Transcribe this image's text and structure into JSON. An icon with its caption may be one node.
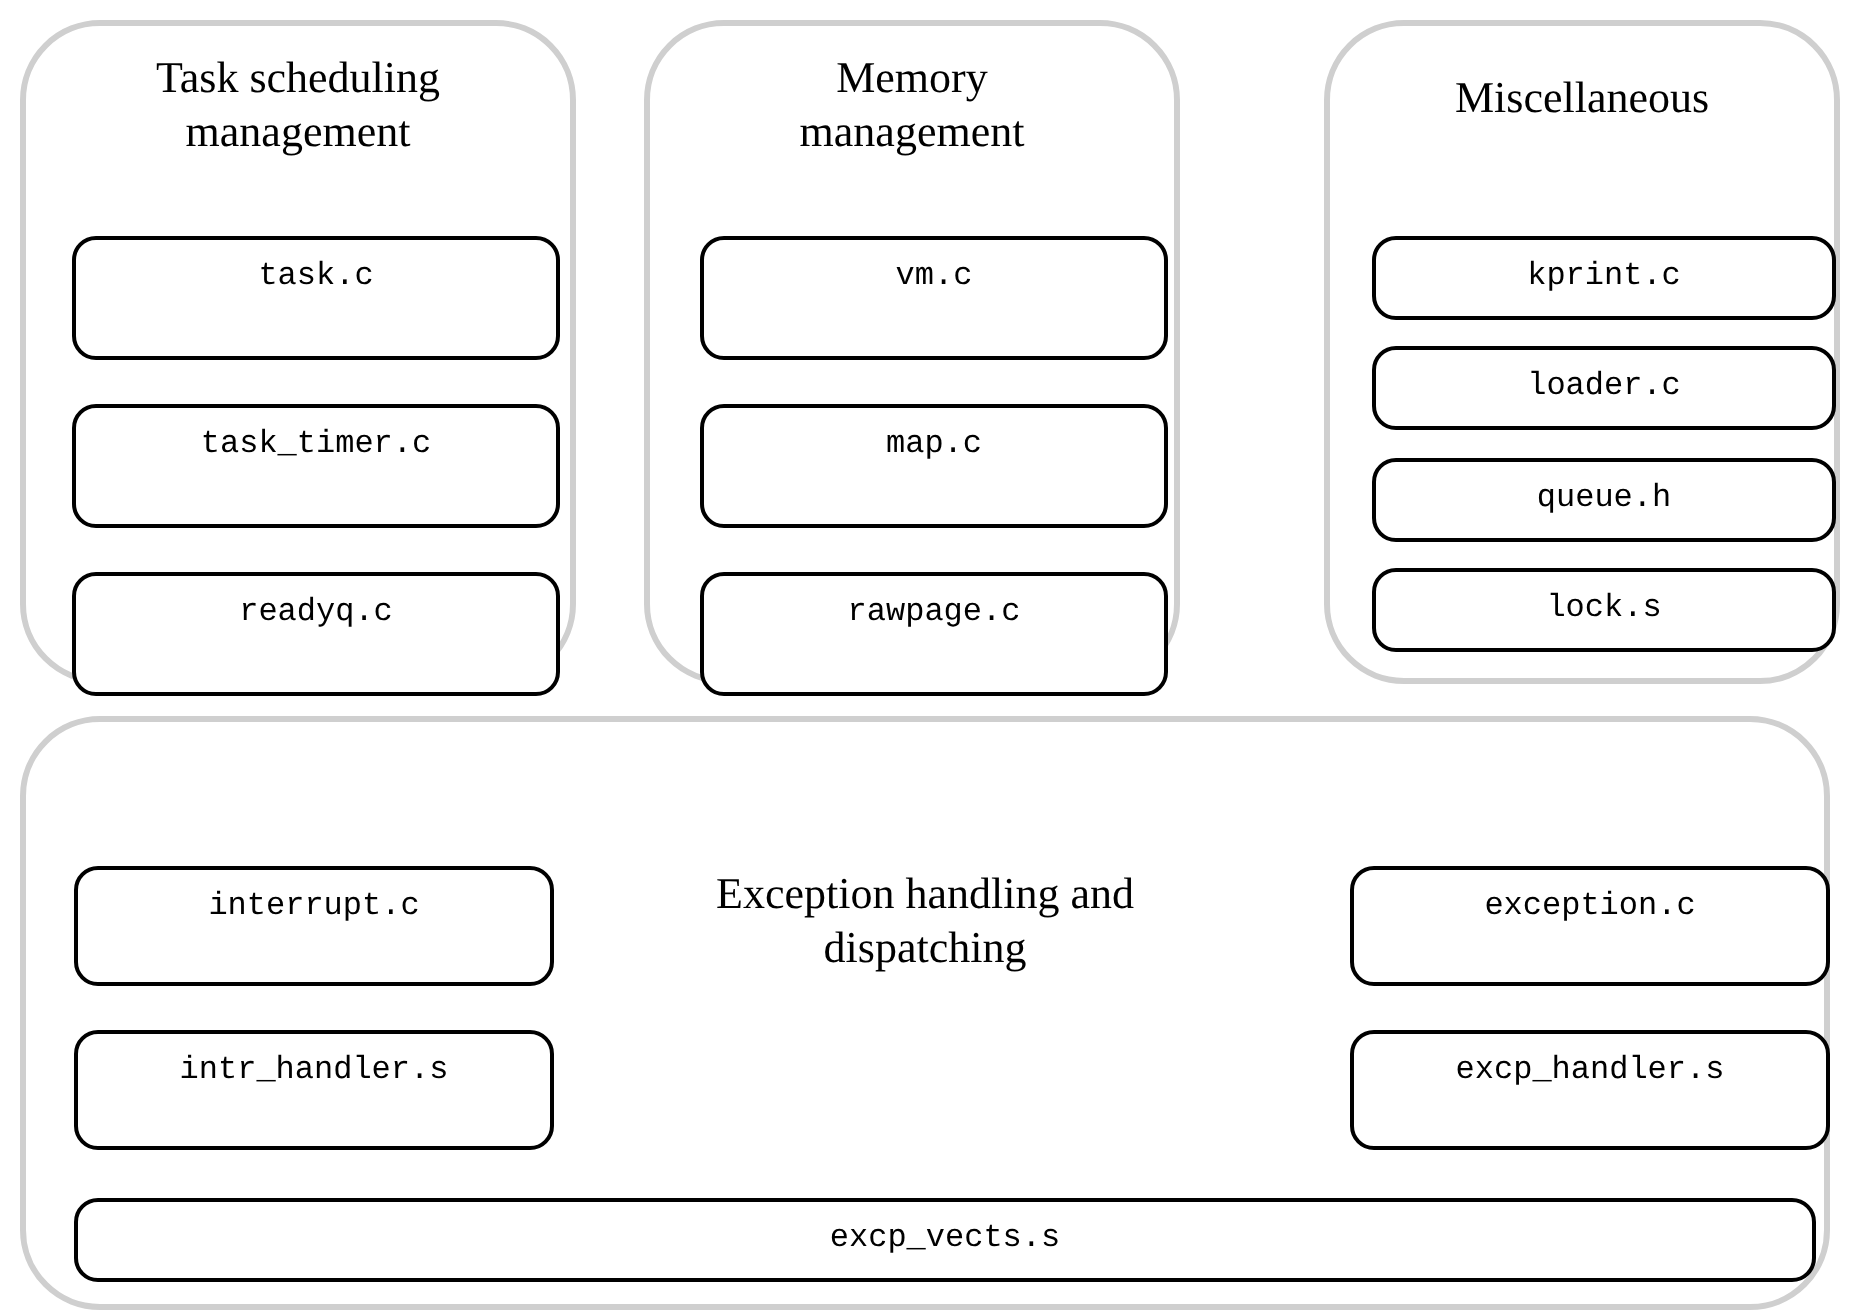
{
  "diagram": {
    "nodes": [
      {
        "text": [
          "Task scheduling management"
        ]
      },
      {
        "text": [
          "task.c"
        ],
        "in": 0
      },
      {
        "text": [
          "task_timer.c"
        ],
        "in": 0
      },
      {
        "text": [
          "readyq.c"
        ],
        "in": 0
      },
      {
        "text": [
          "Memory management"
        ]
      },
      {
        "text": [
          "vm.c"
        ],
        "in": 4
      },
      {
        "text": [
          "map.c"
        ],
        "in": 4
      },
      {
        "text": [
          "rawpage.c"
        ],
        "in": 4
      },
      {
        "text": [
          "Miscellaneous"
        ]
      },
      {
        "text": [
          "kprint.c"
        ],
        "in": 8
      },
      {
        "text": [
          "loader.c"
        ],
        "in": 8
      },
      {
        "text": [
          "queue.h"
        ],
        "in": 8
      },
      {
        "text": [
          "lock.s"
        ],
        "in": 8
      },
      {
        "text": [
          "Exception handling and dispatching"
        ]
      },
      {
        "text": [
          "interrupt.c"
        ],
        "in": 13
      },
      {
        "text": [
          "intr_handler.s"
        ],
        "in": 13
      },
      {
        "text": [
          "exception.c"
        ],
        "in": 13
      },
      {
        "text": [
          "excp_handler.s"
        ],
        "in": 13
      },
      {
        "text": [
          "excp_vects.s"
        ],
        "in": 13
      }
    ],
    "edges": []
  }
}
